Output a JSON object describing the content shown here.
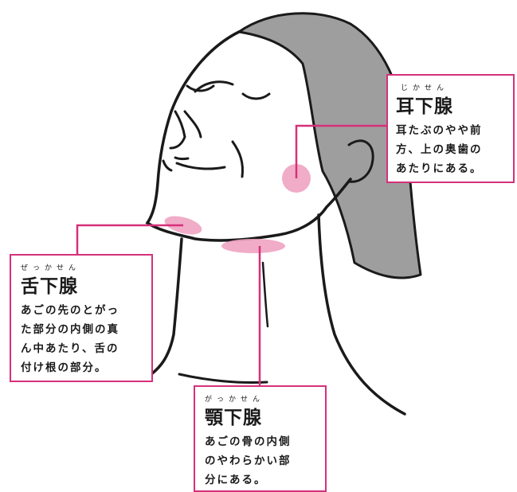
{
  "colors": {
    "accent": "#d6307a",
    "gland_fill": "#f0a3c2",
    "hair": "#9e9e9e",
    "line": "#1a1a1a"
  },
  "labels": {
    "jika": {
      "ruby": "じかせん",
      "title": "耳下腺",
      "lines": [
        "耳たぶのやや前",
        "方、上の奥歯の",
        "あたりにある。"
      ]
    },
    "zekka": {
      "ruby": "ぜっかせん",
      "title": "舌下腺",
      "lines": [
        "あごの先のとがっ",
        "た部分の内側の真",
        "ん中あたり、舌の",
        "付け根の部分。"
      ]
    },
    "gakuka": {
      "ruby": "がっかせん",
      "title": "顎下腺",
      "lines": [
        "あごの骨の内側",
        "のやわらかい部",
        "分にある。"
      ]
    }
  }
}
